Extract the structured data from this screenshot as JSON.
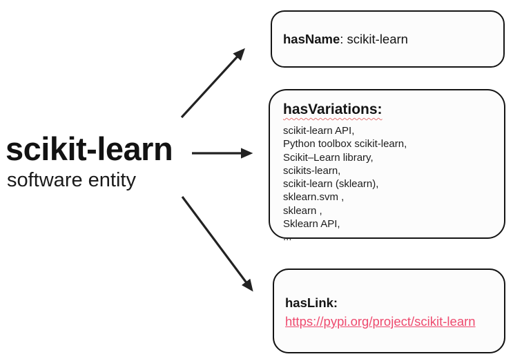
{
  "entity": {
    "name": "scikit-learn",
    "type_label": "software entity"
  },
  "has_name": {
    "label": "hasName",
    "rest": ": scikit-learn"
  },
  "has_variations": {
    "label": "hasVariations:",
    "items": [
      "scikit-learn API,",
      "Python toolbox scikit-learn,",
      "Scikit–Learn library,",
      "scikits-learn,",
      "scikit-learn (sklearn),",
      "sklearn.svm ,",
      "sklearn ,",
      "Sklearn API,",
      "..."
    ]
  },
  "has_link": {
    "label": "hasLink:",
    "url": "https://pypi.org/project/scikit-learn"
  },
  "colors": {
    "link": "#ee4a6e",
    "arrow": "#222222",
    "box_border": "#141414",
    "squiggle_underline": "#e57373"
  }
}
